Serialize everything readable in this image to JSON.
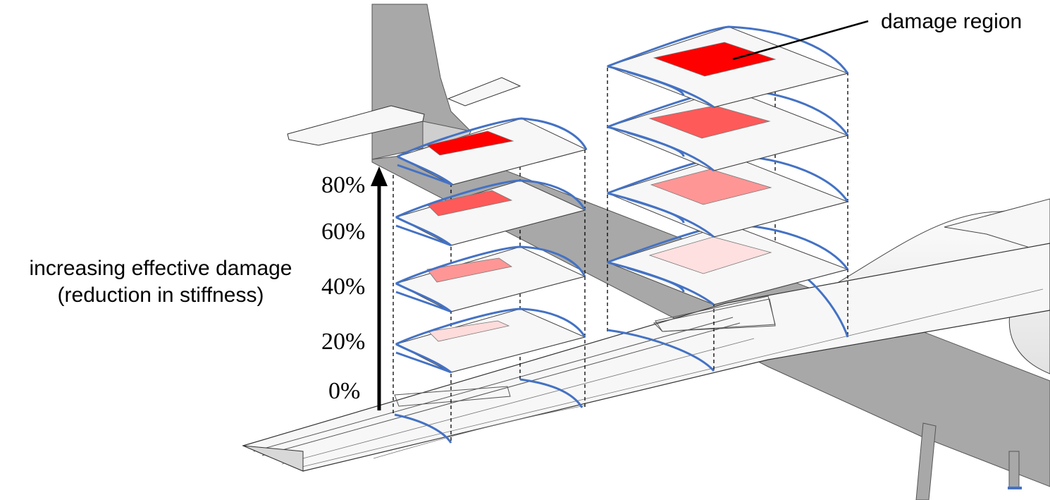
{
  "labels": {
    "damage_region": "damage region",
    "caption_line1": "increasing effective damage",
    "caption_line2": "(reduction in stiffness)",
    "levels": [
      "80%",
      "60%",
      "40%",
      "20%",
      "0%"
    ]
  },
  "colors": {
    "aircraft_gray": "#a8a8a8",
    "wing_surface": "#f7f7f7",
    "section_outline": "#4472c4",
    "damage_80": "#ff0000",
    "damage_60": "#ff5a5a",
    "damage_40": "#ff9696",
    "damage_20": "#ffdcdc",
    "text": "#000000"
  }
}
